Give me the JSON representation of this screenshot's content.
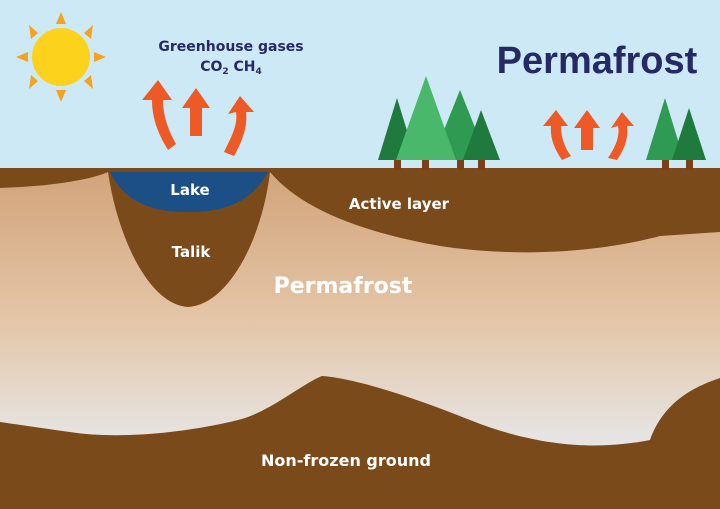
{
  "title": "Permafrost",
  "greenhouse": {
    "line1": "Greenhouse gases",
    "co2": "CO",
    "co2_sub": "2",
    "ch4": "CH",
    "ch4_sub": "4"
  },
  "labels": {
    "lake": "Lake",
    "talik": "Talik",
    "active_layer": "Active layer",
    "permafrost": "Permafrost",
    "non_frozen": "Non-frozen ground"
  },
  "icons": [
    "sun-icon",
    "tree-icon",
    "upward-arrow-icon",
    "curved-arrow-icon"
  ],
  "colors": {
    "sky": "#cde9f5",
    "soil_dark": "#7b4a1a",
    "permafrost_top": "#d7aa80",
    "permafrost_bottom": "#e2e2e2",
    "lake": "#1b4f86",
    "sun": "#fcd21d",
    "sun_rays": "#f6a21e",
    "arrows": "#ee5a25",
    "title": "#252a64",
    "tree_dark": "#1f7a3d",
    "tree_mid": "#2f9a52",
    "tree_light": "#4ab86a",
    "trunk": "#7a3f1b"
  }
}
